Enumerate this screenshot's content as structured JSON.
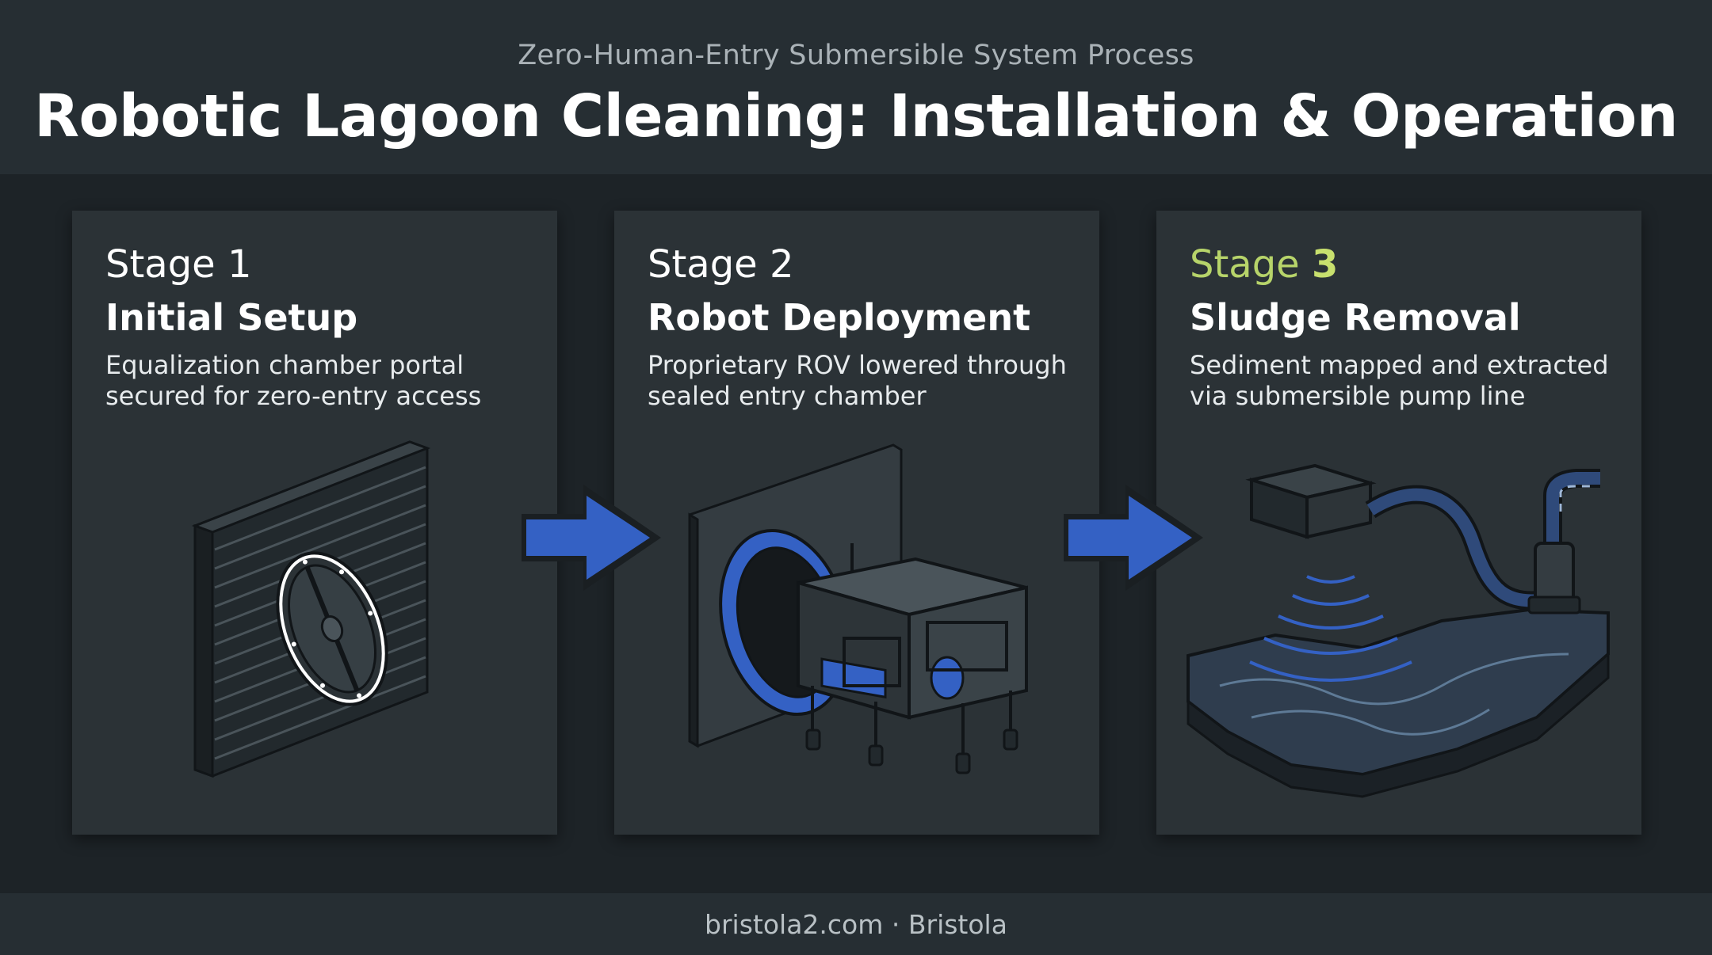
{
  "header": {
    "subtitle": "Zero-Human-Entry Submersible System Process",
    "title": "Robotic Lagoon Cleaning: Installation & Operation"
  },
  "stages": [
    {
      "label": "Stage",
      "number": "1",
      "title": "Initial Setup",
      "description": "Equalization chamber portal secured for zero-entry access",
      "icon": "chamber-portal-icon"
    },
    {
      "label": "Stage",
      "number": "2",
      "title": "Robot Deployment",
      "description": "Proprietary ROV lowered through sealed entry chamber",
      "icon": "rov-robot-icon"
    },
    {
      "label": "Stage",
      "number": "3",
      "title": "Sludge Removal",
      "description": "Sediment mapped and extracted via submersible pump line",
      "icon": "sludge-pump-icon"
    }
  ],
  "colors": {
    "accent_blue": "#3461c4",
    "accent_green": "#c8e06e",
    "background": "#1d2327",
    "panel": "#2b3236"
  },
  "footer": {
    "text": "bristola2.com · Bristola"
  }
}
